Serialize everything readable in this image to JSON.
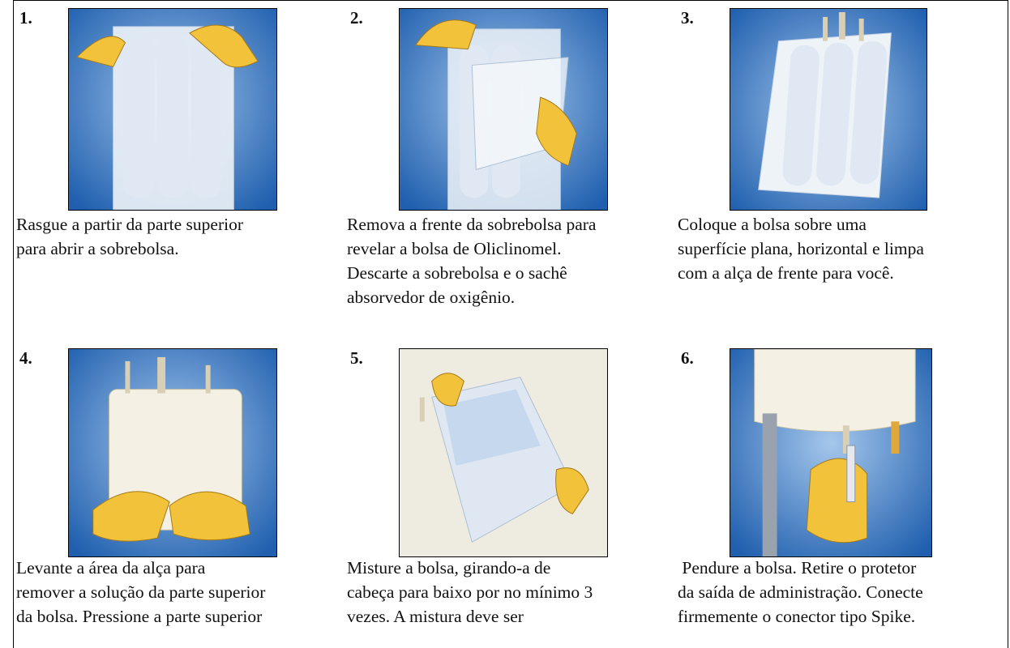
{
  "steps": [
    {
      "number": "1.",
      "image": "tear-overpouch-illustration",
      "lines": [
        "Rasgue a partir da parte superior",
        "para abrir a sobrebolsa."
      ]
    },
    {
      "number": "2.",
      "image": "remove-overpouch-illustration",
      "lines": [
        "Remova a frente da sobrebolsa para",
        "revelar a bolsa de Oliclinomel.",
        "Descarte a sobrebolsa e o sachê",
        "absorvedor de oxigênio."
      ]
    },
    {
      "number": "3.",
      "image": "bag-on-flat-surface-illustration",
      "lines": [
        "Coloque a bolsa sobre uma",
        "superfície plana, horizontal e limpa",
        "com a alça de frente para você."
      ]
    },
    {
      "number": "4.",
      "image": "lift-handle-illustration",
      "lines": [
        "Levante a área da alça para",
        "remover a solução da parte superior",
        "da bolsa. Pressione a parte superior"
      ]
    },
    {
      "number": "5.",
      "image": "mix-bag-illustration",
      "lines": [
        "Misture a bolsa, girando-a de",
        "cabeça para baixo por no mínimo 3",
        "vezes. A mistura deve ser"
      ]
    },
    {
      "number": "6.",
      "image": "hang-bag-spike-illustration",
      "lines": [
        " Pendure a bolsa. Retire o protetor",
        "da saída de administração. Conecte",
        "firmemente o conector tipo Spike."
      ]
    }
  ],
  "colors": {
    "illustration_blue": "#1f5fae",
    "bag_white": "#eef3f8",
    "glove_yellow": "#f2c23a",
    "gown_white": "#f4f2ea"
  }
}
